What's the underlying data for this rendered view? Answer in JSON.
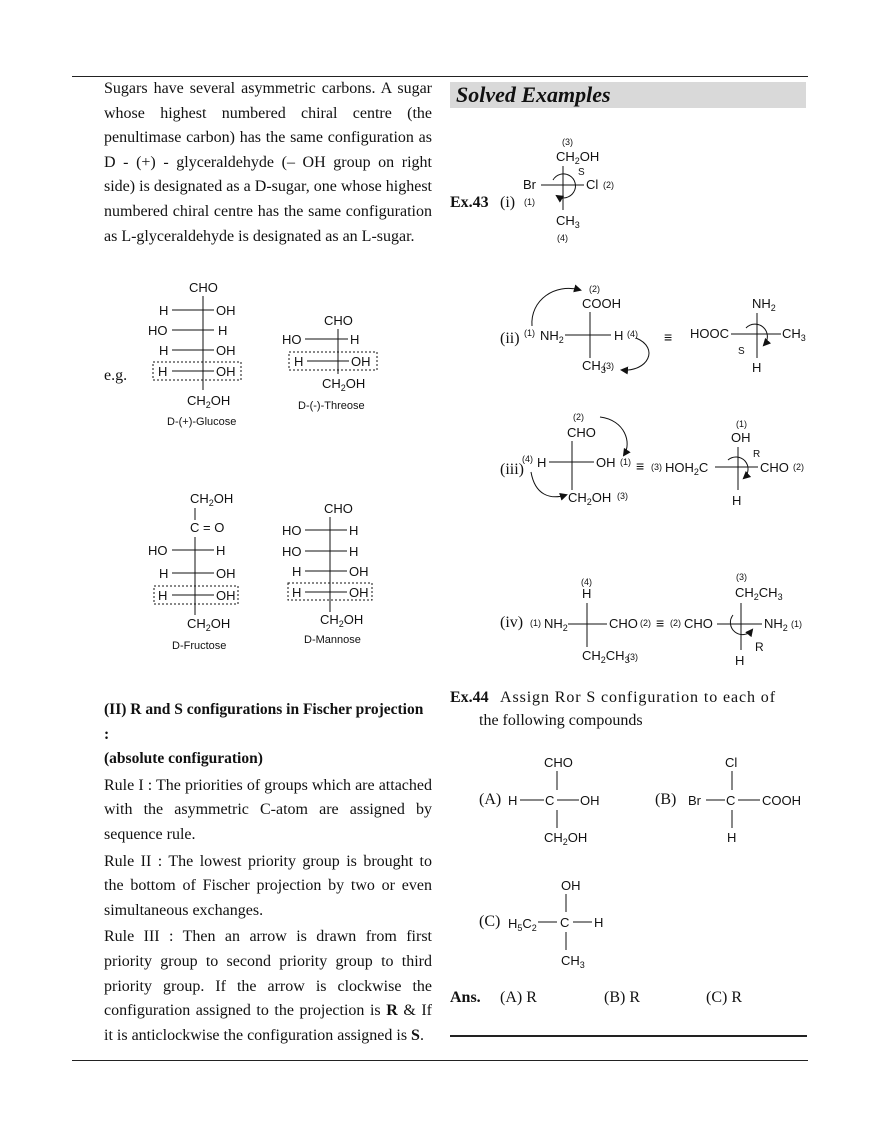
{
  "intro_text": "Sugars have several asymmetric carbons. A sugar whose highest numbered chiral centre (the penultimase carbon) has the same configuration as D - (+) - glyceraldehyde (– OH group on right side) is designated as a D-sugar, one whose highest numbered chiral centre has the same configuration as L-glyceraldehyde is designated as an L-sugar.",
  "eg_label": "e.g.",
  "sugars": {
    "glucose": "D-(+)-Glucose",
    "threose": "D-(-)-Threose",
    "fructose": "D-Fructose",
    "mannose": "D-Mannose"
  },
  "section2": {
    "heading_line1": "(II) R and S configurations in Fischer projection :",
    "heading_line2": "(absolute configuration)",
    "rule1": "Rule I : The priorities of groups which are attached with the asymmetric C-atom are assigned by sequence rule.",
    "rule2": "Rule II : The lowest priority group is brought to the bottom of Fischer projection by two or even simultaneous exchanges.",
    "rule3_part1": "Rule III : Then an arrow is drawn from first priority group to second priority group to third priority group. If the arrow is clockwise the configuration assigned to the projection is ",
    "rule3_R": "R",
    "rule3_part2": " & If it is anticlockwise the configuration assigned is ",
    "rule3_S": "S",
    "rule3_end": "."
  },
  "solved_heading": "Solved Examples",
  "ex43": {
    "label": "Ex.43",
    "parts": [
      "(i)",
      "(ii)",
      "(iii)",
      "(iv)"
    ]
  },
  "ex44": {
    "label": "Ex.44",
    "question_line1": "Assign Ror S configuration to each of",
    "question_line2": "the following compounds",
    "parts": [
      "(A)",
      "(B)",
      "(C)"
    ]
  },
  "answer": {
    "label": "Ans.",
    "values": [
      "(A) R",
      "(B) R",
      "(C) R"
    ]
  }
}
